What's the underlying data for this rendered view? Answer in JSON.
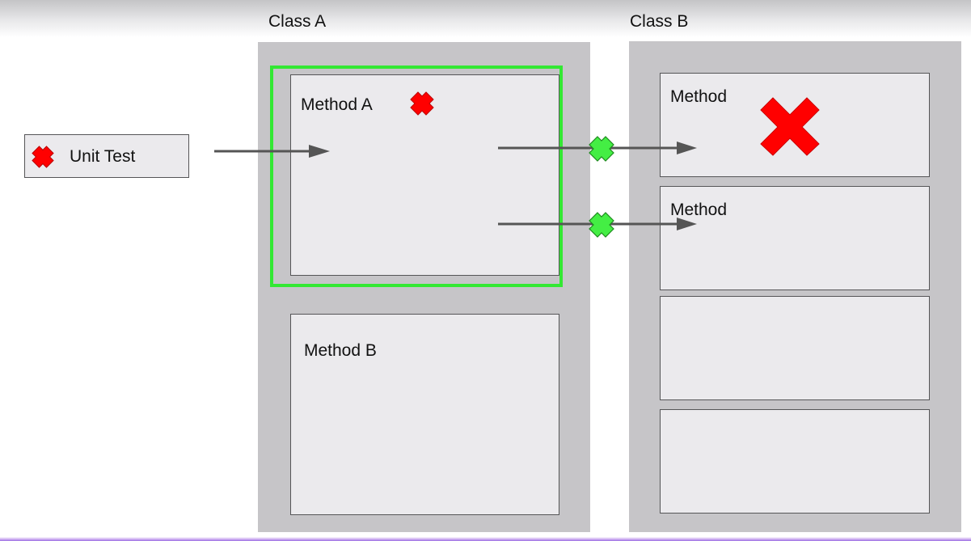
{
  "unit_test": {
    "label": "Unit Test",
    "status_icon": "red-x-icon"
  },
  "class_a": {
    "title": "Class A",
    "methods": [
      {
        "label": "Method A",
        "status_icon": "red-x-icon",
        "highlighted": true
      },
      {
        "label": "Method B"
      }
    ]
  },
  "class_b": {
    "title": "Class B",
    "methods": [
      {
        "label": "Method",
        "status_icon": "large-red-x-icon"
      },
      {
        "label": "Method"
      },
      {
        "label": ""
      },
      {
        "label": ""
      }
    ]
  },
  "connections": [
    {
      "from": "unit-test",
      "to": "method-a"
    },
    {
      "from": "method-a",
      "to": "class-b-method-1",
      "marker": "green-x-icon"
    },
    {
      "from": "method-a",
      "to": "class-b-method-2",
      "marker": "green-x-icon"
    }
  ],
  "colors": {
    "failure_red": "#ff0000",
    "mock_green": "#33e833",
    "highlight_green": "#33e833",
    "class_fill": "#c6c5c8",
    "method_fill": "#ebeaed",
    "arrow": "#555555"
  }
}
